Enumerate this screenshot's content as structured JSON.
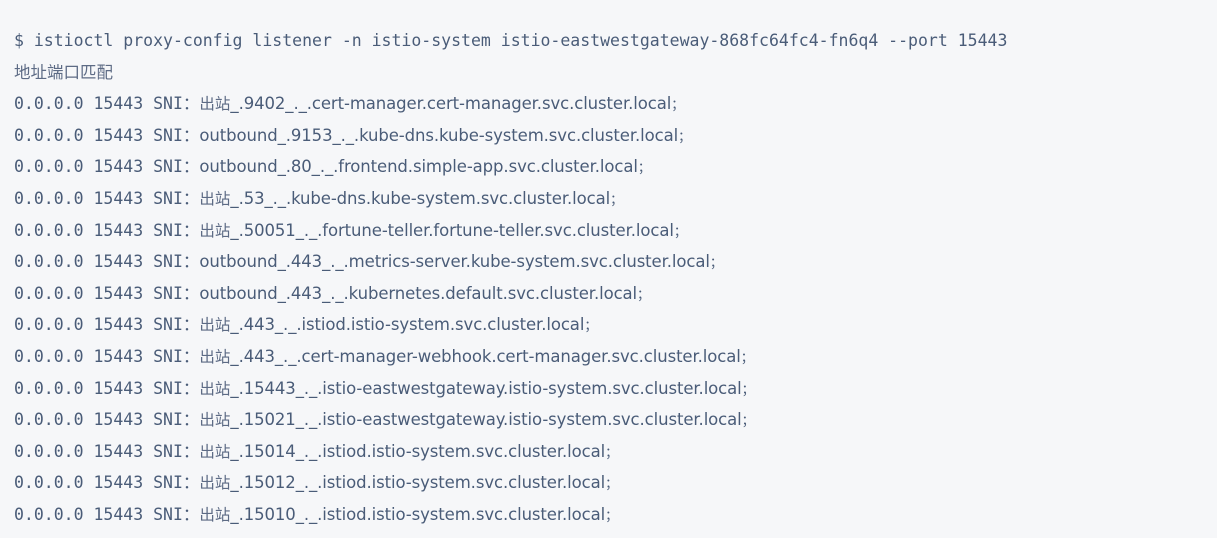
{
  "terminal": {
    "background_color": "#f6f7f9",
    "text_color": "#4a5c78",
    "prompt_symbol": "$",
    "command": "istioctl proxy-config listener -n istio-system istio-eastwestgateway-868fc64fc4-fn6q4 --port 15443",
    "header_note": "地址端口匹配",
    "column_address": "0.0.0.0",
    "column_port": "15443",
    "sni_label": "SNI：",
    "terminator": "；",
    "rows": [
      {
        "address": "0.0.0.0",
        "port": "15443",
        "label": "SNI：",
        "direction": "出站",
        "sni": "_.9402_._.cert-manager.cert-manager.svc.cluster.local",
        "end": "；"
      },
      {
        "address": "0.0.0.0",
        "port": "15443",
        "label": "SNI：",
        "direction": "outbound",
        "sni": "_.9153_._.kube-dns.kube-system.svc.cluster.local",
        "end": "；"
      },
      {
        "address": "0.0.0.0",
        "port": "15443",
        "label": "SNI：",
        "direction": "outbound",
        "sni": "_.80_._.frontend.simple-app.svc.cluster.local",
        "end": "；"
      },
      {
        "address": "0.0.0.0",
        "port": "15443",
        "label": "SNI：",
        "direction": "出站",
        "sni": "_.53_._.kube-dns.kube-system.svc.cluster.local",
        "end": "；"
      },
      {
        "address": "0.0.0.0",
        "port": "15443",
        "label": "SNI：",
        "direction": "出站",
        "sni": "_.50051_._.fortune-teller.fortune-teller.svc.cluster.local",
        "end": "；"
      },
      {
        "address": "0.0.0.0",
        "port": "15443",
        "label": "SNI：",
        "direction": "outbound",
        "sni": "_.443_._.metrics-server.kube-system.svc.cluster.local",
        "end": "；"
      },
      {
        "address": "0.0.0.0",
        "port": "15443",
        "label": "SNI：",
        "direction": "outbound",
        "sni": "_.443_._.kubernetes.default.svc.cluster.local",
        "end": "；"
      },
      {
        "address": "0.0.0.0",
        "port": "15443",
        "label": "SNI：",
        "direction": "出站",
        "sni": "_.443_._.istiod.istio-system.svc.cluster.local",
        "end": "；"
      },
      {
        "address": "0.0.0.0",
        "port": "15443",
        "label": "SNI：",
        "direction": "出站",
        "sni": "_.443_._.cert-manager-webhook.cert-manager.svc.cluster.local",
        "end": "；"
      },
      {
        "address": "0.0.0.0",
        "port": "15443",
        "label": "SNI：",
        "direction": "出站",
        "sni": "_.15443_._.istio-eastwestgateway.istio-system.svc.cluster.local",
        "end": "；"
      },
      {
        "address": "0.0.0.0",
        "port": "15443",
        "label": "SNI：",
        "direction": "出站",
        "sni": "_.15021_._.istio-eastwestgateway.istio-system.svc.cluster.local",
        "end": "；"
      },
      {
        "address": "0.0.0.0",
        "port": "15443",
        "label": "SNI：",
        "direction": "出站",
        "sni": "_.15014_._.istiod.istio-system.svc.cluster.local",
        "end": "；"
      },
      {
        "address": "0.0.0.0",
        "port": "15443",
        "label": "SNI：",
        "direction": "出站",
        "sni": "_.15012_._.istiod.istio-system.svc.cluster.local",
        "end": "；"
      },
      {
        "address": "0.0.0.0",
        "port": "15443",
        "label": "SNI：",
        "direction": "出站",
        "sni": "_.15010_._.istiod.istio-system.svc.cluster.local",
        "end": "；"
      }
    ]
  }
}
